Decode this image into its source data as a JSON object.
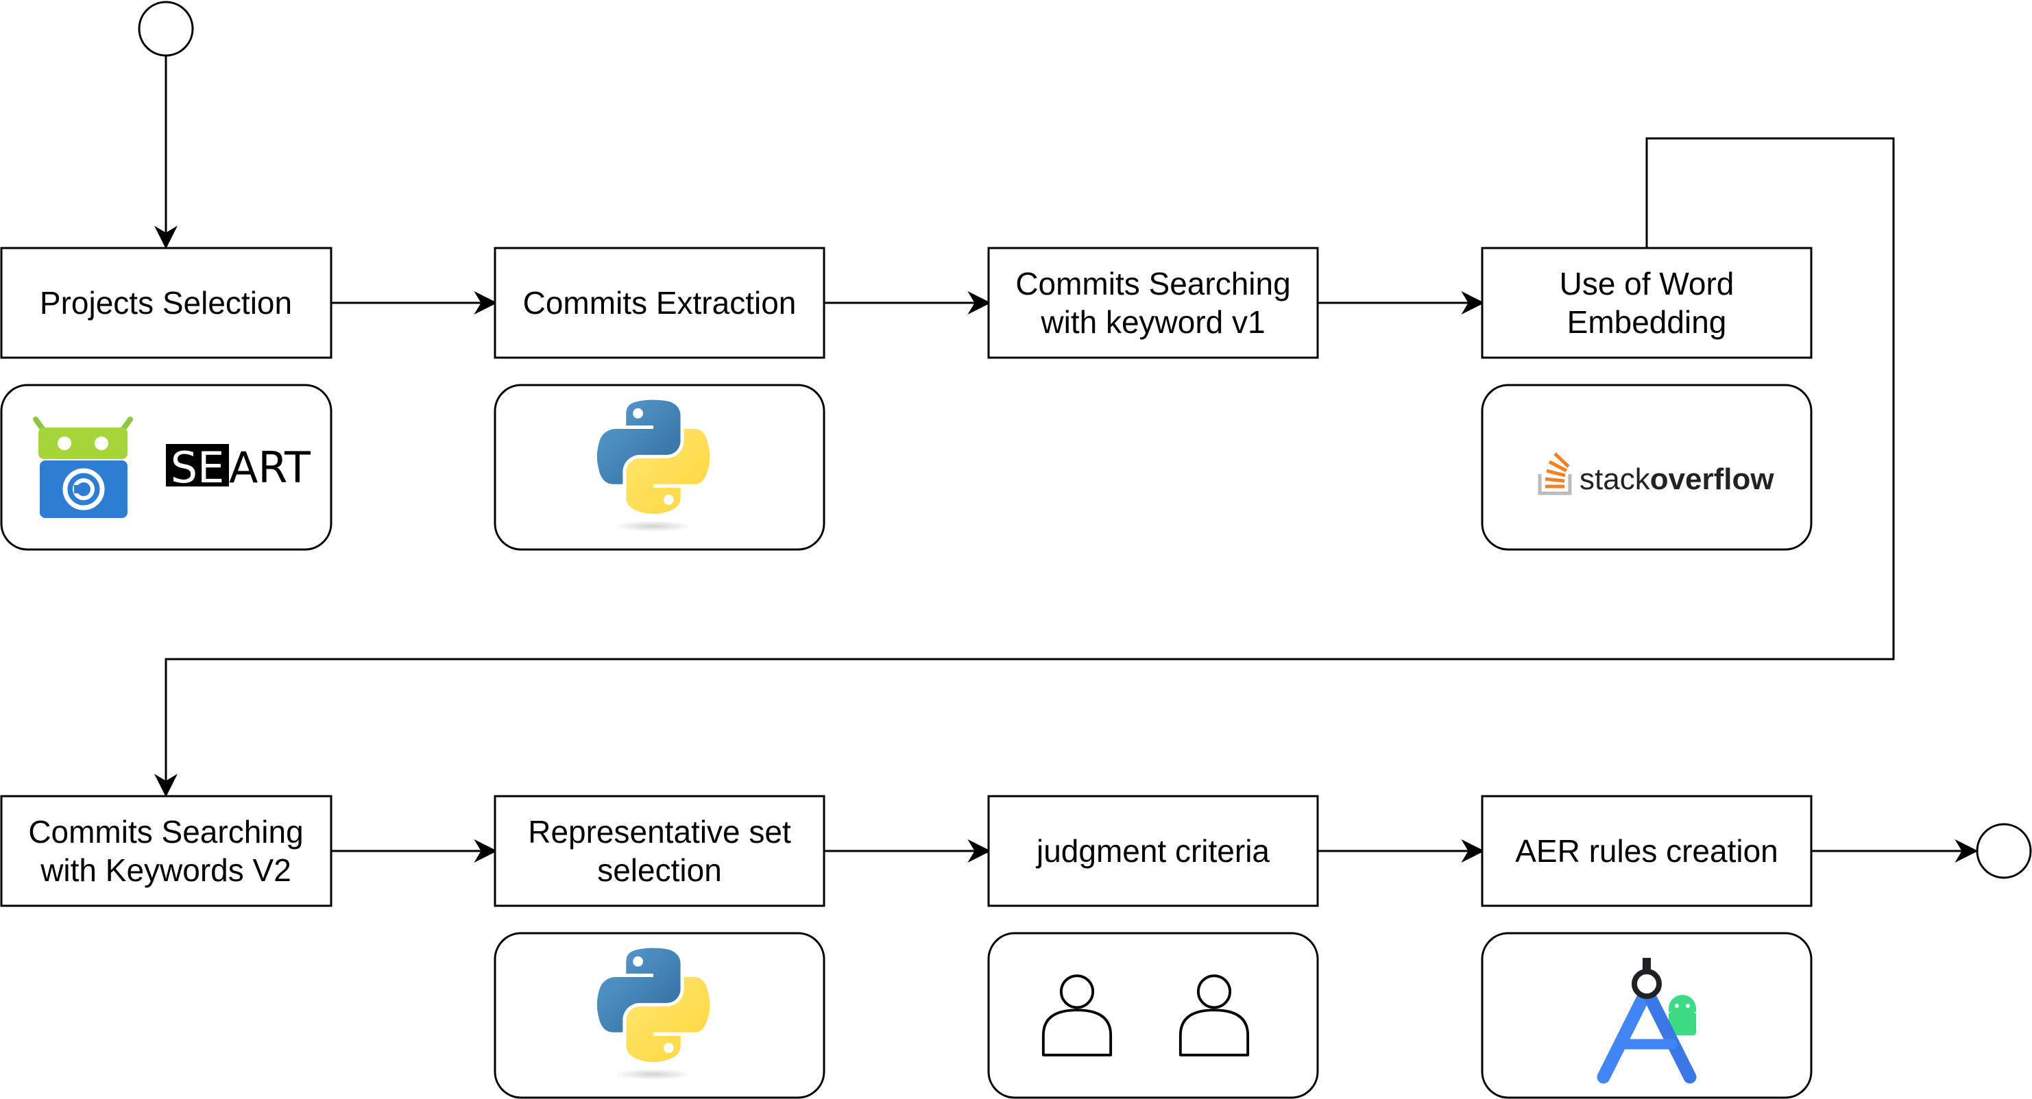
{
  "steps": {
    "projects_selection": {
      "lines": [
        "Projects Selection"
      ]
    },
    "commits_extraction": {
      "lines": [
        "Commits Extraction"
      ]
    },
    "commits_search_v1": {
      "lines": [
        "Commits Searching",
        "with keyword v1"
      ]
    },
    "word_embedding": {
      "lines": [
        "Use of Word",
        "Embedding"
      ]
    },
    "commits_search_v2": {
      "lines": [
        "Commits Searching",
        "with Keywords V2"
      ]
    },
    "representative_set": {
      "lines": [
        "Representative set",
        "selection"
      ]
    },
    "judgment_criteria": {
      "lines": [
        "judgment criteria"
      ]
    },
    "aer_rules": {
      "lines": [
        "AER rules creation"
      ]
    }
  },
  "logos": {
    "seart_a": "SE",
    "seart_b": "ART",
    "so_a": "stack",
    "so_b": "overflow"
  },
  "icons": {
    "row1": [
      "fdroid-icon",
      "seart-logo",
      "python-icon",
      "stackoverflow-logo"
    ],
    "row2": [
      "python-icon",
      "person-icon",
      "person-icon",
      "android-studio-icon"
    ]
  },
  "colors": {
    "stroke": "#000000",
    "python_blue": "#3e77a9",
    "python_yellow": "#f7d14a",
    "fdroid_green": "#a4d53b",
    "fdroid_blue": "#2e7dd4",
    "so_orange": "#f48024",
    "android_studio_blue": "#4285f4",
    "android_green": "#3ddc84"
  }
}
